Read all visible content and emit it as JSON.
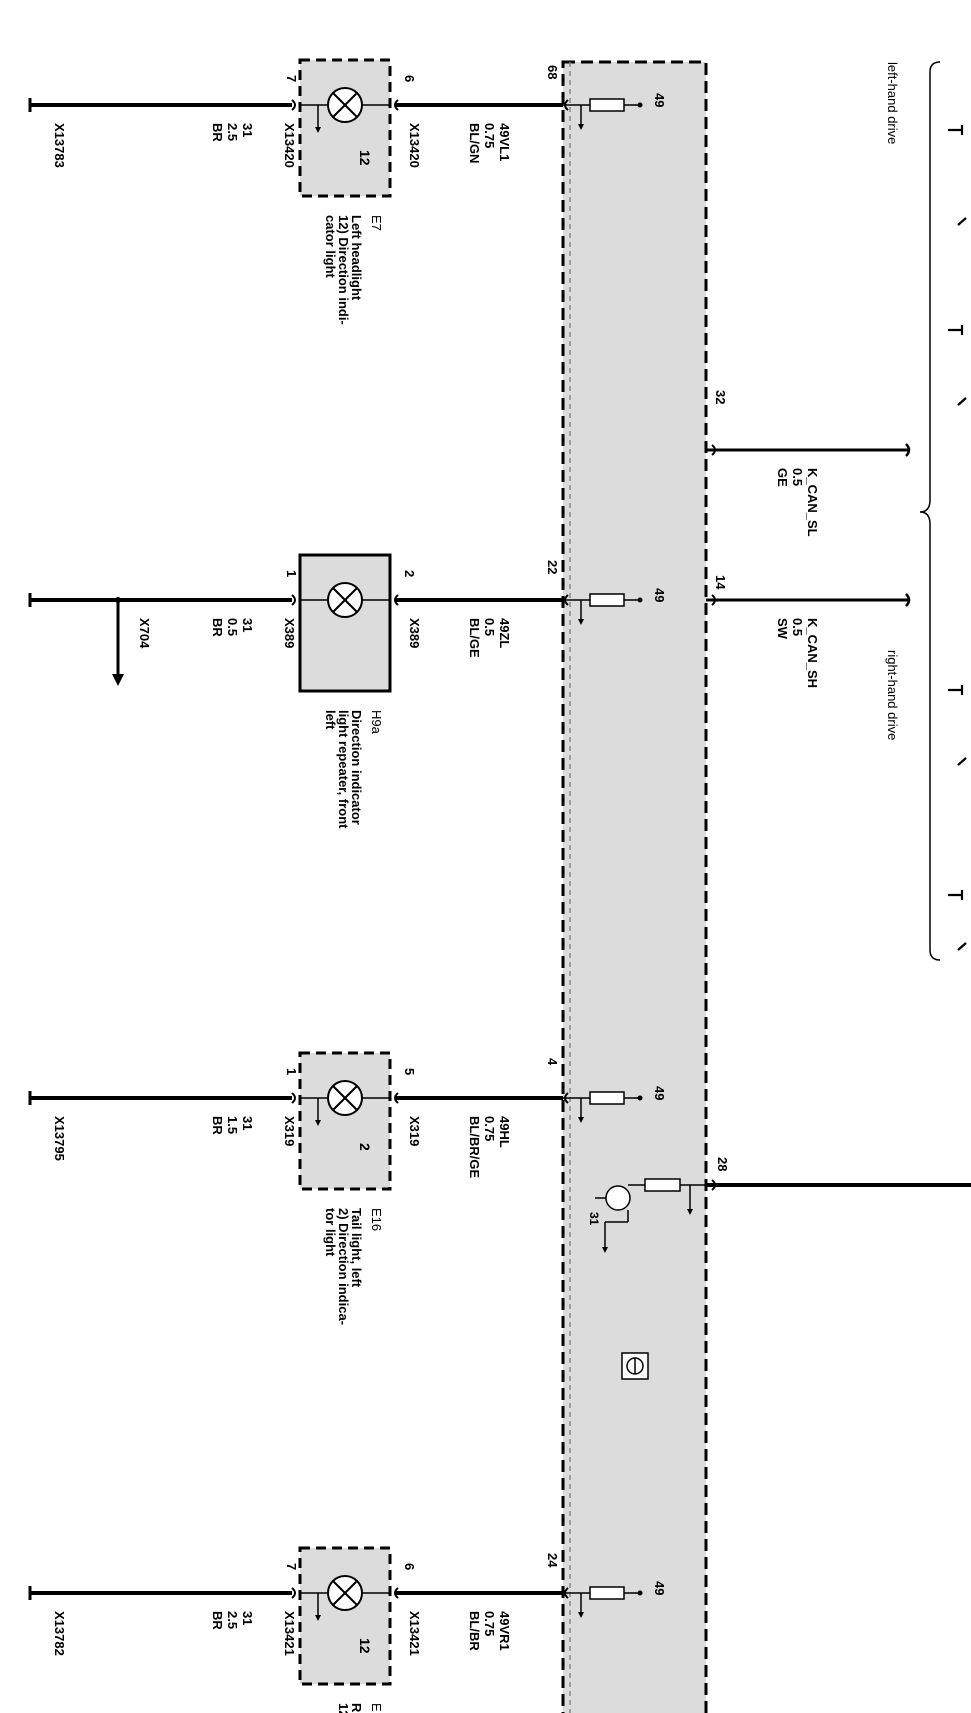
{
  "diagram": {
    "drive_labels": {
      "left": "left-hand drive",
      "right": "right-hand drive"
    },
    "can_bus": [
      {
        "pin": "32",
        "signal": "K_CAN_SL",
        "section": "0.5",
        "color": "GE"
      },
      {
        "pin": "14",
        "signal": "K_CAN_SH",
        "section": "0.5",
        "color": "SW"
      }
    ],
    "control_unit_pin": {
      "pin": "28"
    },
    "driver_labels": {
      "ground": "31",
      "output": "49"
    },
    "lamps": [
      {
        "module_pin": "68",
        "wire_id": "49VL1",
        "section": "0.75",
        "color": "BL/GN",
        "lamp_pin_in": "6",
        "connector_in": "X13420",
        "lamp_no": "12",
        "lamp_pin_out": "7",
        "connector_out": "X13420",
        "gnd_id": "31",
        "gnd_section": "2.5",
        "gnd_color": "BR",
        "ground_point": "X13783",
        "ref": "E7",
        "desc": [
          "Left headlight",
          "12) Direction indi-",
          "cator light"
        ]
      },
      {
        "module_pin": "22",
        "wire_id": "49ZL",
        "section": "0.5",
        "color": "BL/GE",
        "lamp_pin_in": "2",
        "connector_in": "X389",
        "lamp_no": "",
        "lamp_pin_out": "1",
        "connector_out": "X389",
        "gnd_id": "31",
        "gnd_section": "0.5",
        "gnd_color": "BR",
        "ground_point": "X704",
        "ref": "H9a",
        "desc": [
          "Direction indicator",
          "light repeater, front",
          "left"
        ]
      },
      {
        "module_pin": "4",
        "wire_id": "49HL",
        "section": "0.75",
        "color": "BL/BR/GE",
        "lamp_pin_in": "5",
        "connector_in": "X319",
        "lamp_no": "2",
        "lamp_pin_out": "1",
        "connector_out": "X319",
        "gnd_id": "31",
        "gnd_section": "1.5",
        "gnd_color": "BR",
        "ground_point": "X13795",
        "ref": "E16",
        "desc": [
          "Tail light, left",
          "2) Direction indica-",
          "tor light"
        ]
      },
      {
        "module_pin": "24",
        "wire_id": "49VR1",
        "section": "0.75",
        "color": "BL/BR",
        "lamp_pin_in": "6",
        "connector_in": "X13421",
        "lamp_no": "12",
        "lamp_pin_out": "7",
        "connector_out": "X13421",
        "gnd_id": "31",
        "gnd_section": "2.5",
        "gnd_color": "BR",
        "ground_point": "X13782",
        "ref": "E",
        "desc": [
          "R",
          "12"
        ]
      }
    ]
  }
}
